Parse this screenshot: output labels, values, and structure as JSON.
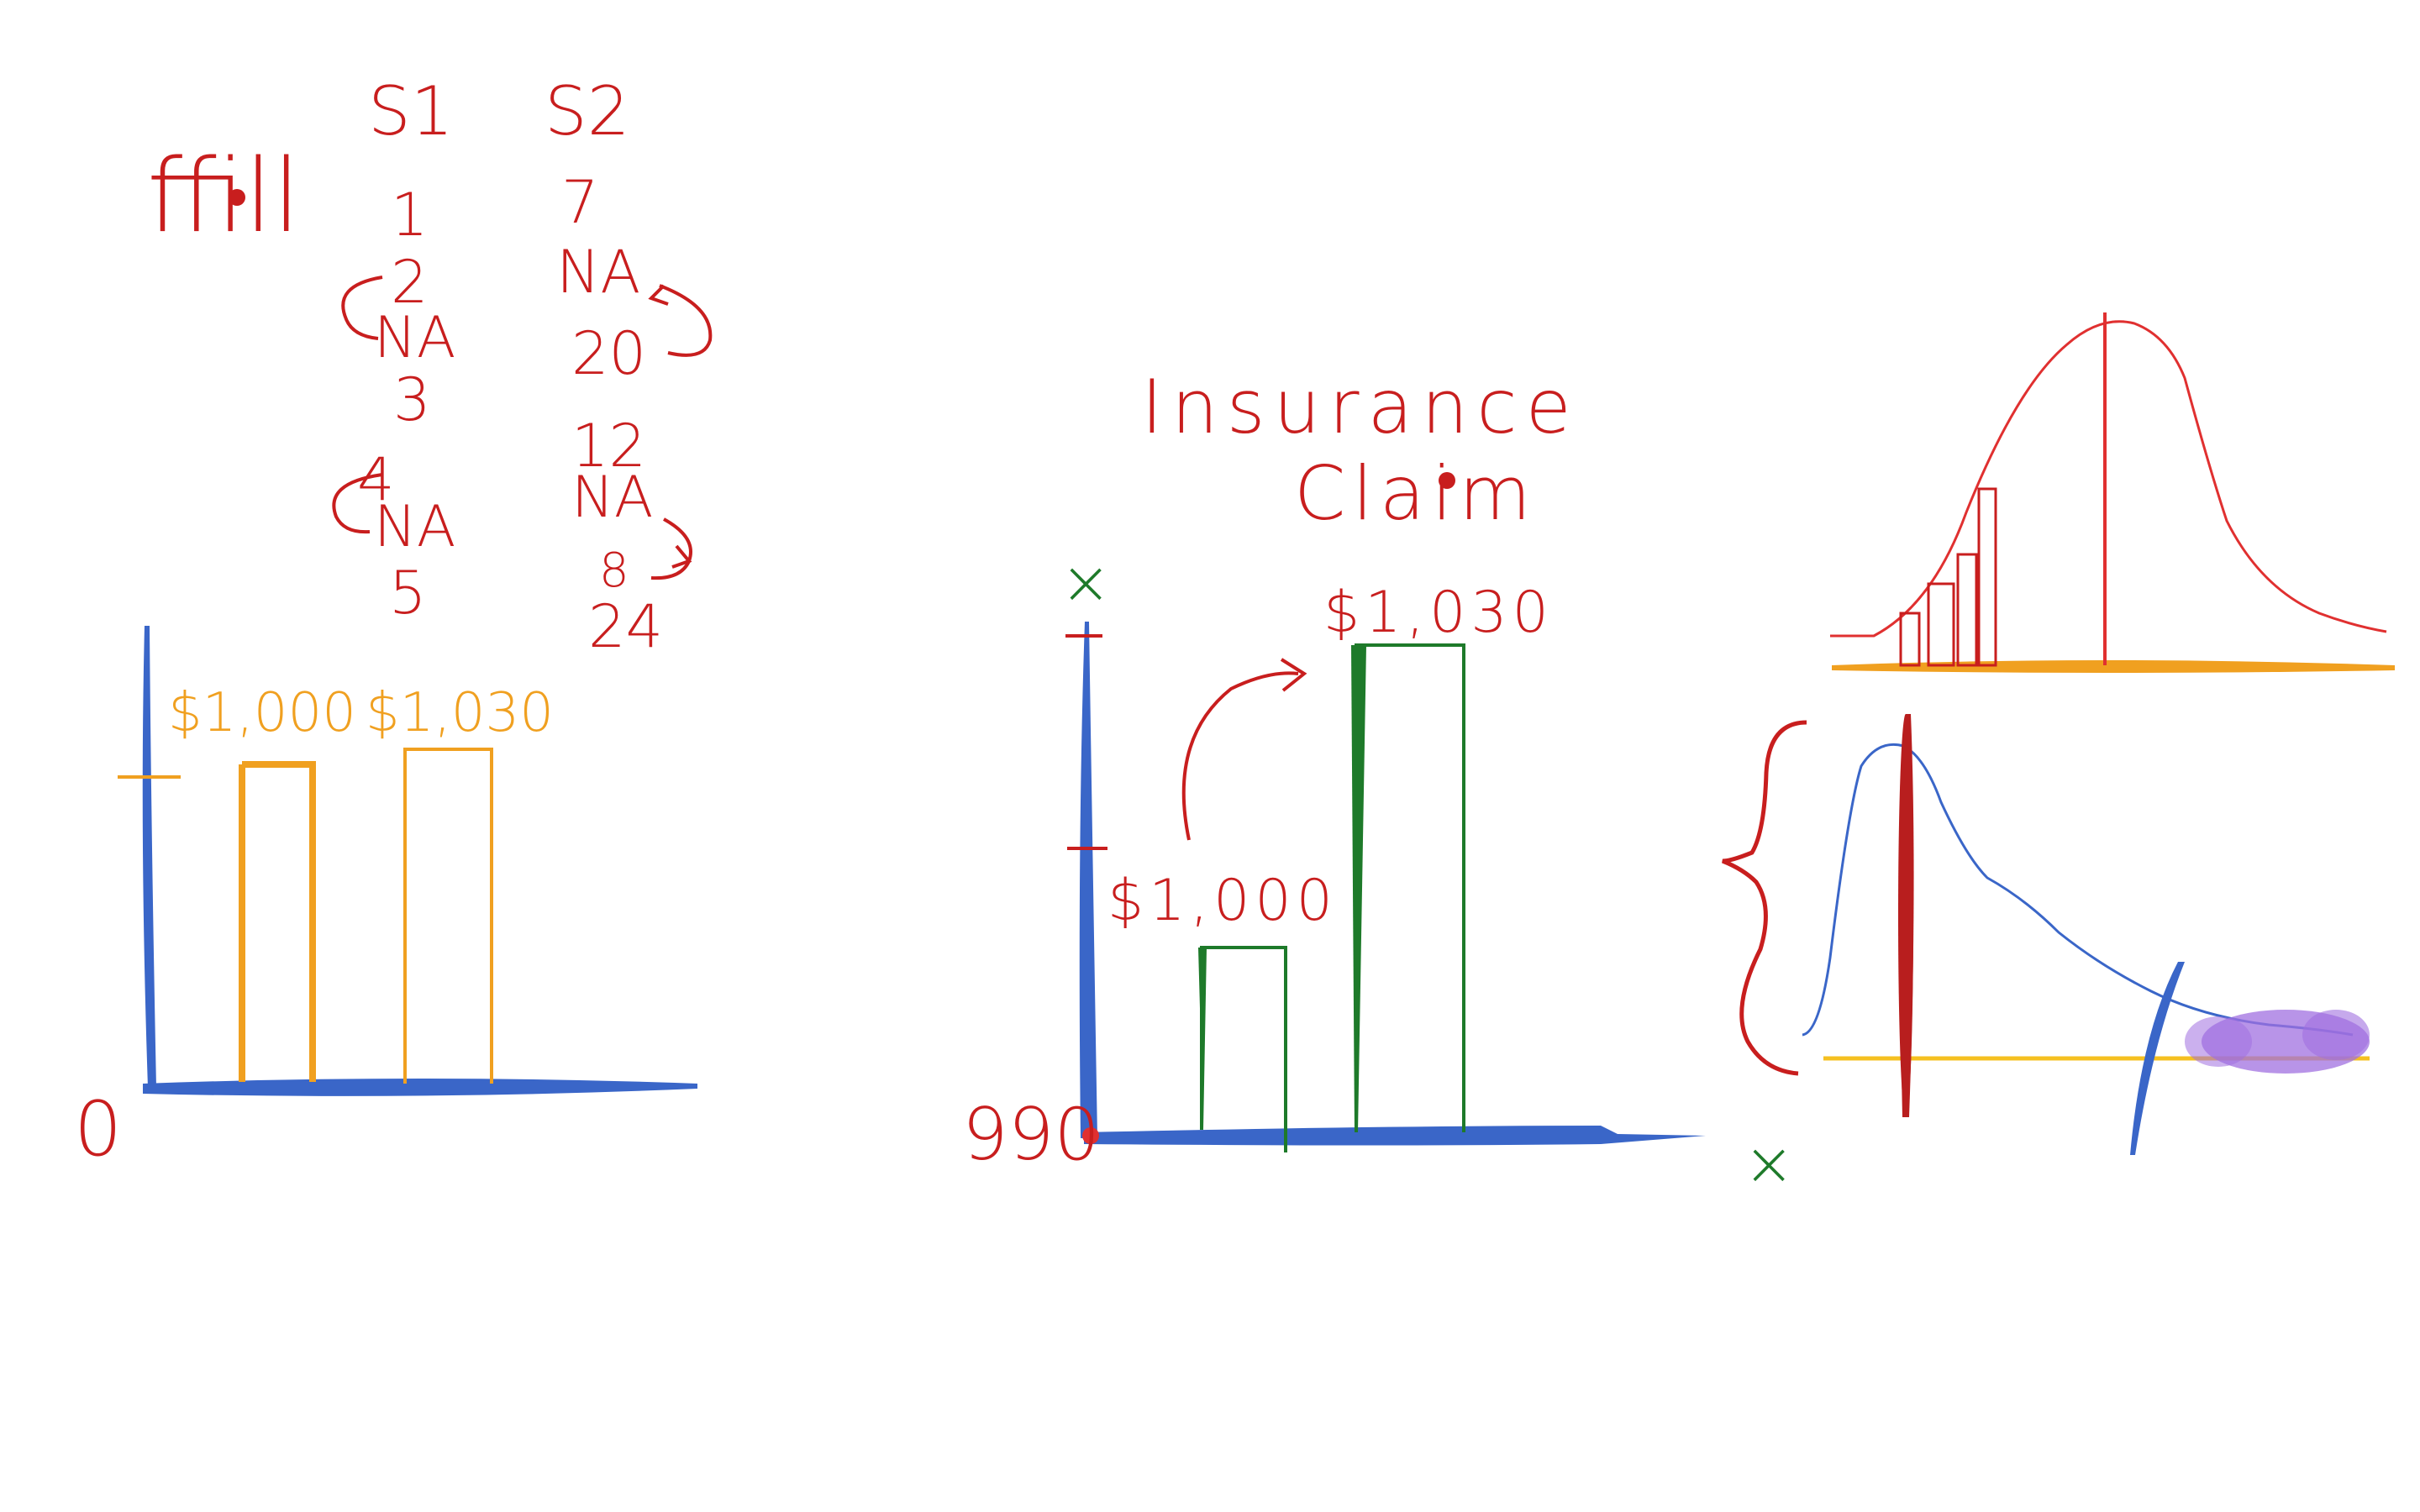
{
  "ffill_section": {
    "title": "ffill",
    "columns": [
      {
        "header": "S1",
        "values": [
          "1",
          "2",
          "NA",
          "3",
          "4",
          "NA",
          "5"
        ]
      },
      {
        "header": "S2",
        "values": [
          "7",
          "NA",
          "20",
          "12",
          "NA",
          "8",
          "24"
        ]
      }
    ]
  },
  "left_chart": {
    "origin_label": "0",
    "bar_labels": [
      "$1,000",
      "$1,030"
    ]
  },
  "middle_chart": {
    "title_line1": "Insurance",
    "title_line2": "Claim",
    "origin_label": "990",
    "bar_labels": [
      "$1,000",
      "$1,030"
    ],
    "axis_marks": [
      "×",
      "×"
    ]
  },
  "colors": {
    "ink_red": "#c81e1e",
    "orange": "#f0a020",
    "blue": "#3a66c8",
    "green": "#1e7a2a",
    "purple": "#a070e0",
    "yellow": "#f5c020"
  }
}
